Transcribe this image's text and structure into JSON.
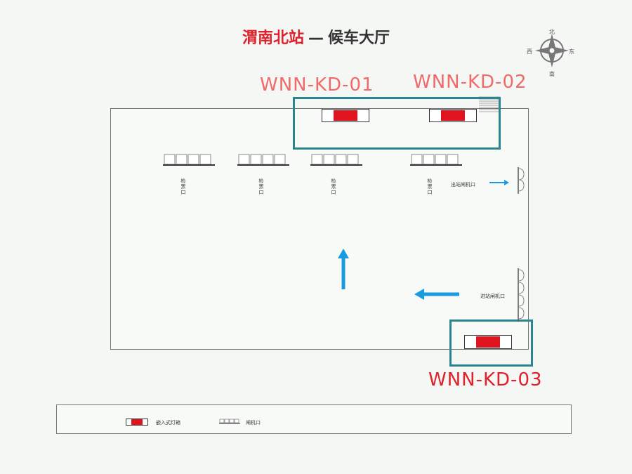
{
  "title": {
    "station": "渭南北站",
    "separator": "—",
    "area": "候车大厅"
  },
  "compass": {
    "north": "北",
    "south": "南",
    "east": "东",
    "west": "西"
  },
  "ad_spots": [
    {
      "code": "WNN-KD-01"
    },
    {
      "code": "WNN-KD-02"
    },
    {
      "code": "WNN-KD-03"
    }
  ],
  "gates": [
    {
      "label": "检票口"
    },
    {
      "label": "检票口"
    },
    {
      "label": "检票口"
    },
    {
      "label": "检票口"
    }
  ],
  "exit_gate": "出站闸机口",
  "entry_gate": "进站闸机口",
  "legend": {
    "lightbox": "嵌入式灯箱",
    "gate": "闸机口"
  },
  "colors": {
    "accent_red": "#e0202a",
    "highlight_teal": "#2a8590",
    "arrow_blue": "#1a9be0"
  }
}
